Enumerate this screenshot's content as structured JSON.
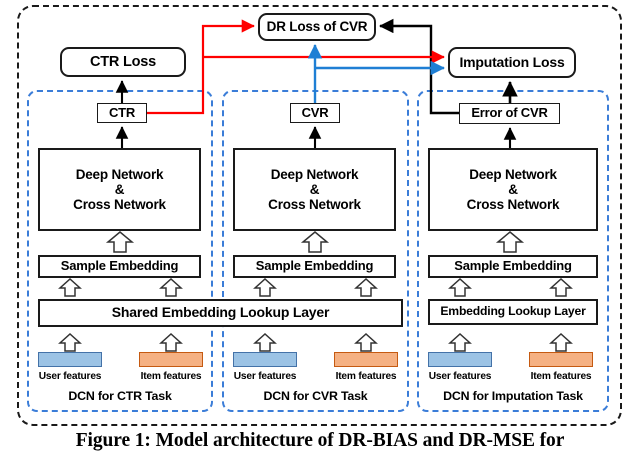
{
  "figure": {
    "caption": "Figure 1: Model architecture of DR-BIAS and DR-MSE for",
    "colors": {
      "user_feature_fill": "#9CC3E5",
      "user_feature_border": "#4472A8",
      "item_feature_fill": "#F5B183",
      "item_feature_border": "#C55A11",
      "panel_border": "#3B7DD8",
      "outer_border": "#1A1A1A",
      "ctr_flow": "#FF0000",
      "cvr_flow": "#1F7FD4",
      "error_flow": "#000000"
    }
  },
  "losses": {
    "ctr_loss": "CTR Loss",
    "dr_loss_of_cvr": "DR Loss of CVR",
    "imputation_loss": "Imputation Loss"
  },
  "predictions": {
    "ctr": "CTR",
    "cvr": "CVR",
    "error_of_cvr": "Error of CVR"
  },
  "network": {
    "deep": "Deep Network",
    "amp": "&",
    "cross": "Cross Network"
  },
  "embedding": {
    "sample": "Sample Embedding",
    "shared_lookup": "Shared Embedding Lookup Layer",
    "lookup": "Embedding  Lookup  Layer"
  },
  "features": {
    "user": "User features",
    "item": "Item features"
  },
  "tasks": [
    {
      "id": "ctr",
      "label": "DCN for CTR Task"
    },
    {
      "id": "cvr",
      "label": "DCN for CVR Task"
    },
    {
      "id": "imputation",
      "label": "DCN for Imputation Task"
    }
  ]
}
